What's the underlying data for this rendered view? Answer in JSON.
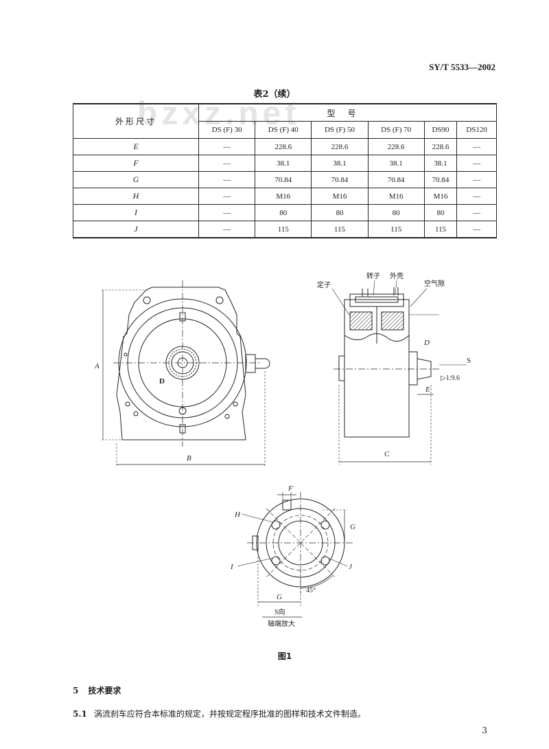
{
  "header": {
    "standard_code": "SY/T 5533—2002"
  },
  "watermark": "bzxz.net",
  "table": {
    "caption": "表2（续）",
    "corner_label": "外形尺寸",
    "group_header": "型号",
    "models": [
      "DS (F) 30",
      "DS (F) 40",
      "DS (F) 50",
      "DS (F) 70",
      "DS90",
      "DS120"
    ],
    "rows": [
      {
        "label": "E",
        "values": [
          "—",
          "228.6",
          "228.6",
          "228.6",
          "228.6",
          "—"
        ]
      },
      {
        "label": "F",
        "values": [
          "—",
          "38.1",
          "38.1",
          "38.1",
          "38.1",
          "—"
        ]
      },
      {
        "label": "G",
        "values": [
          "—",
          "70.84",
          "70.84",
          "70.84",
          "70.84",
          "—"
        ]
      },
      {
        "label": "H",
        "values": [
          "—",
          "M16",
          "M16",
          "M16",
          "M16",
          "—"
        ]
      },
      {
        "label": "I",
        "values": [
          "—",
          "80",
          "80",
          "80",
          "80",
          "—"
        ]
      },
      {
        "label": "J",
        "values": [
          "—",
          "115",
          "115",
          "115",
          "115",
          "—"
        ]
      }
    ]
  },
  "figure": {
    "labels": {
      "A": "A",
      "B": "B",
      "C": "C",
      "D": "D",
      "E": "E",
      "F": "F",
      "G": "G",
      "H": "H",
      "I": "I",
      "J": "J",
      "S": "S",
      "stator": "定子",
      "rotor": "转子",
      "housing": "外壳",
      "air_gap": "空气隙",
      "taper": "▷1:9.6",
      "angle": "45°",
      "view_title": "S向",
      "view_subtitle": "轴端放大"
    },
    "caption": "图1"
  },
  "section": {
    "number": "5",
    "title": "技术要求"
  },
  "clause": {
    "number": "5.1",
    "text": "涡流刹车应符合本标准的规定，并按规定程序批准的图样和技术文件制造。"
  },
  "page_number": "3"
}
